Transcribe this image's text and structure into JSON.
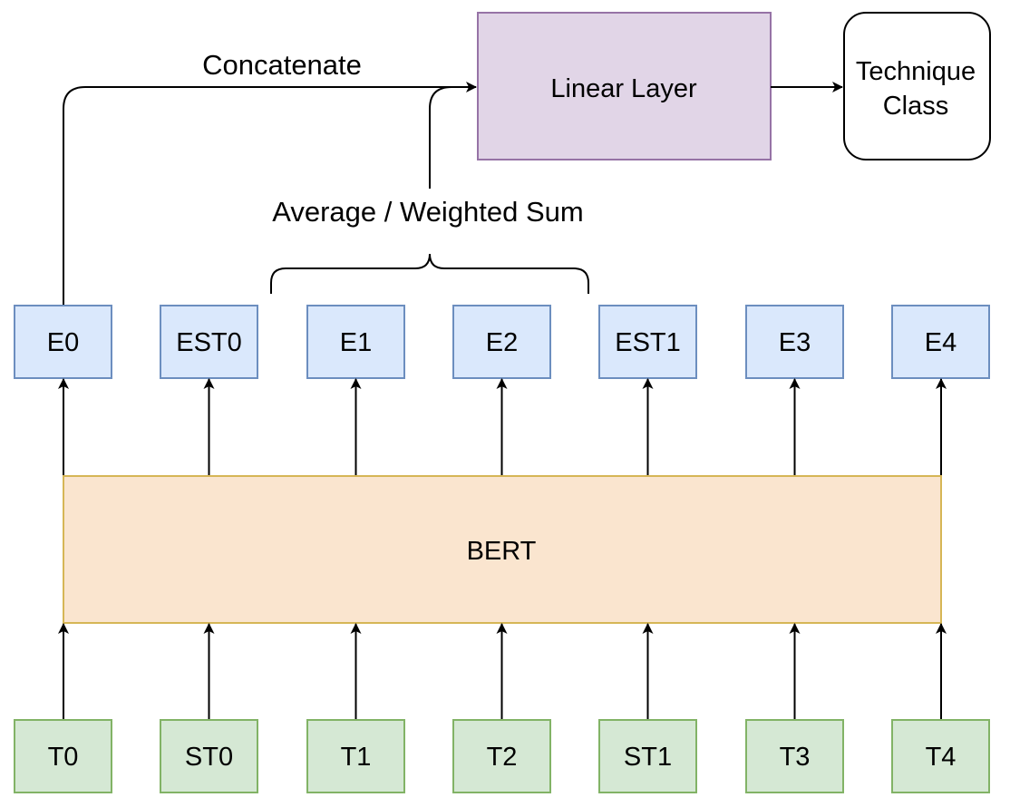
{
  "labels": {
    "concatenate": "Concatenate",
    "average": "Average / Weighted Sum",
    "linear_layer": "Linear Layer",
    "technique_line1": "Technique",
    "technique_line2": "Class",
    "bert": "BERT"
  },
  "embeddings": [
    "E0",
    "EST0",
    "E1",
    "E2",
    "EST1",
    "E3",
    "E4"
  ],
  "tokens": [
    "T0",
    "ST0",
    "T1",
    "T2",
    "ST1",
    "T3",
    "T4"
  ],
  "colors": {
    "embedding_fill": "#dae8fc",
    "embedding_stroke": "#6c8ebf",
    "token_fill": "#d5e8d4",
    "token_stroke": "#82b366",
    "bert_fill": "#fae5cf",
    "bert_stroke": "#d6b656",
    "linear_fill": "#e1d5e7",
    "linear_stroke": "#9673a6",
    "line": "#000000"
  }
}
